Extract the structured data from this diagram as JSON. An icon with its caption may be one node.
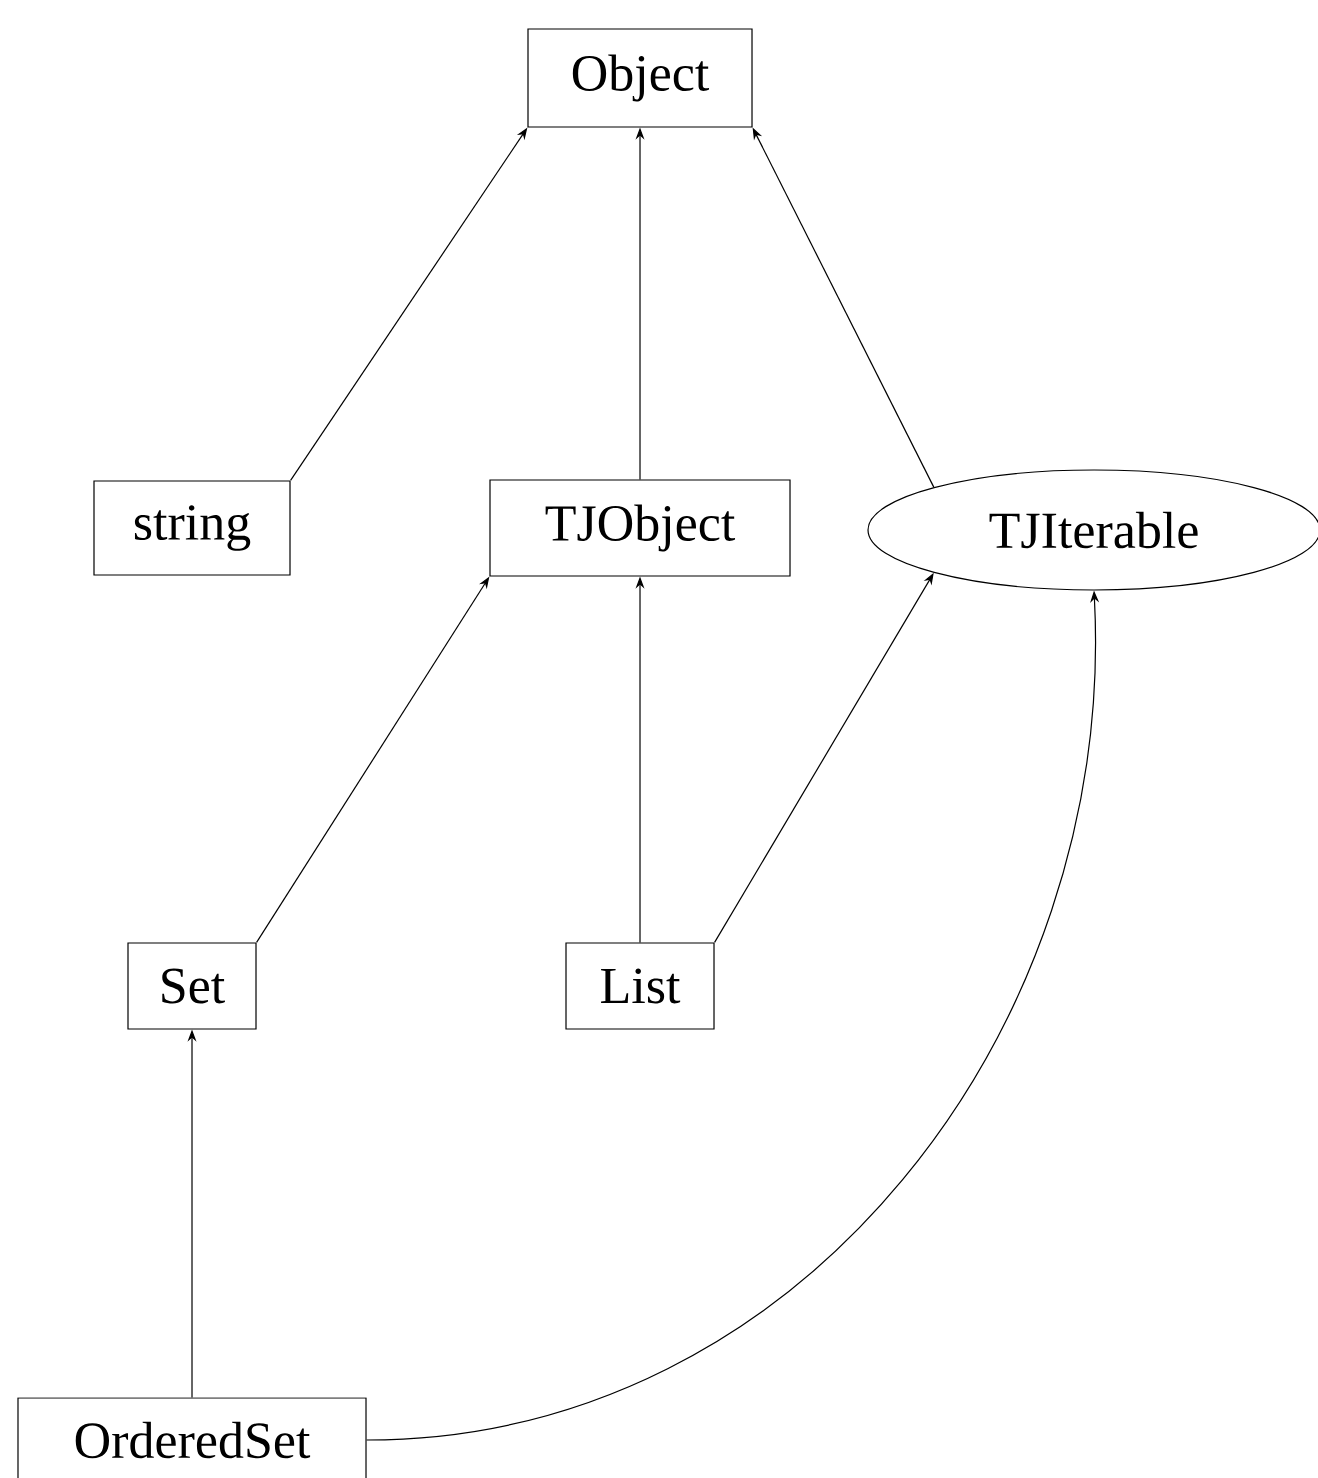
{
  "diagram": {
    "nodes": [
      {
        "text": [
          "Object"
        ]
      },
      {
        "text": [
          "string"
        ]
      },
      {
        "text": [
          "TJObject"
        ]
      },
      {
        "text": [
          "TJIterable"
        ]
      },
      {
        "text": [
          "Set"
        ]
      },
      {
        "text": [
          "List"
        ]
      },
      {
        "text": [
          "OrderedSet"
        ]
      }
    ],
    "edges": [
      {
        "from": 1,
        "to": 0,
        "arrow": "to"
      },
      {
        "from": 2,
        "to": 0,
        "arrow": "to"
      },
      {
        "from": 3,
        "to": 0,
        "arrow": "to"
      },
      {
        "from": 4,
        "to": 2,
        "arrow": "to"
      },
      {
        "from": 5,
        "to": 2,
        "arrow": "to"
      },
      {
        "from": 5,
        "to": 3,
        "arrow": "to"
      },
      {
        "from": 6,
        "to": 4,
        "arrow": "to"
      },
      {
        "from": 6,
        "to": 3,
        "arrow": "to"
      }
    ]
  }
}
